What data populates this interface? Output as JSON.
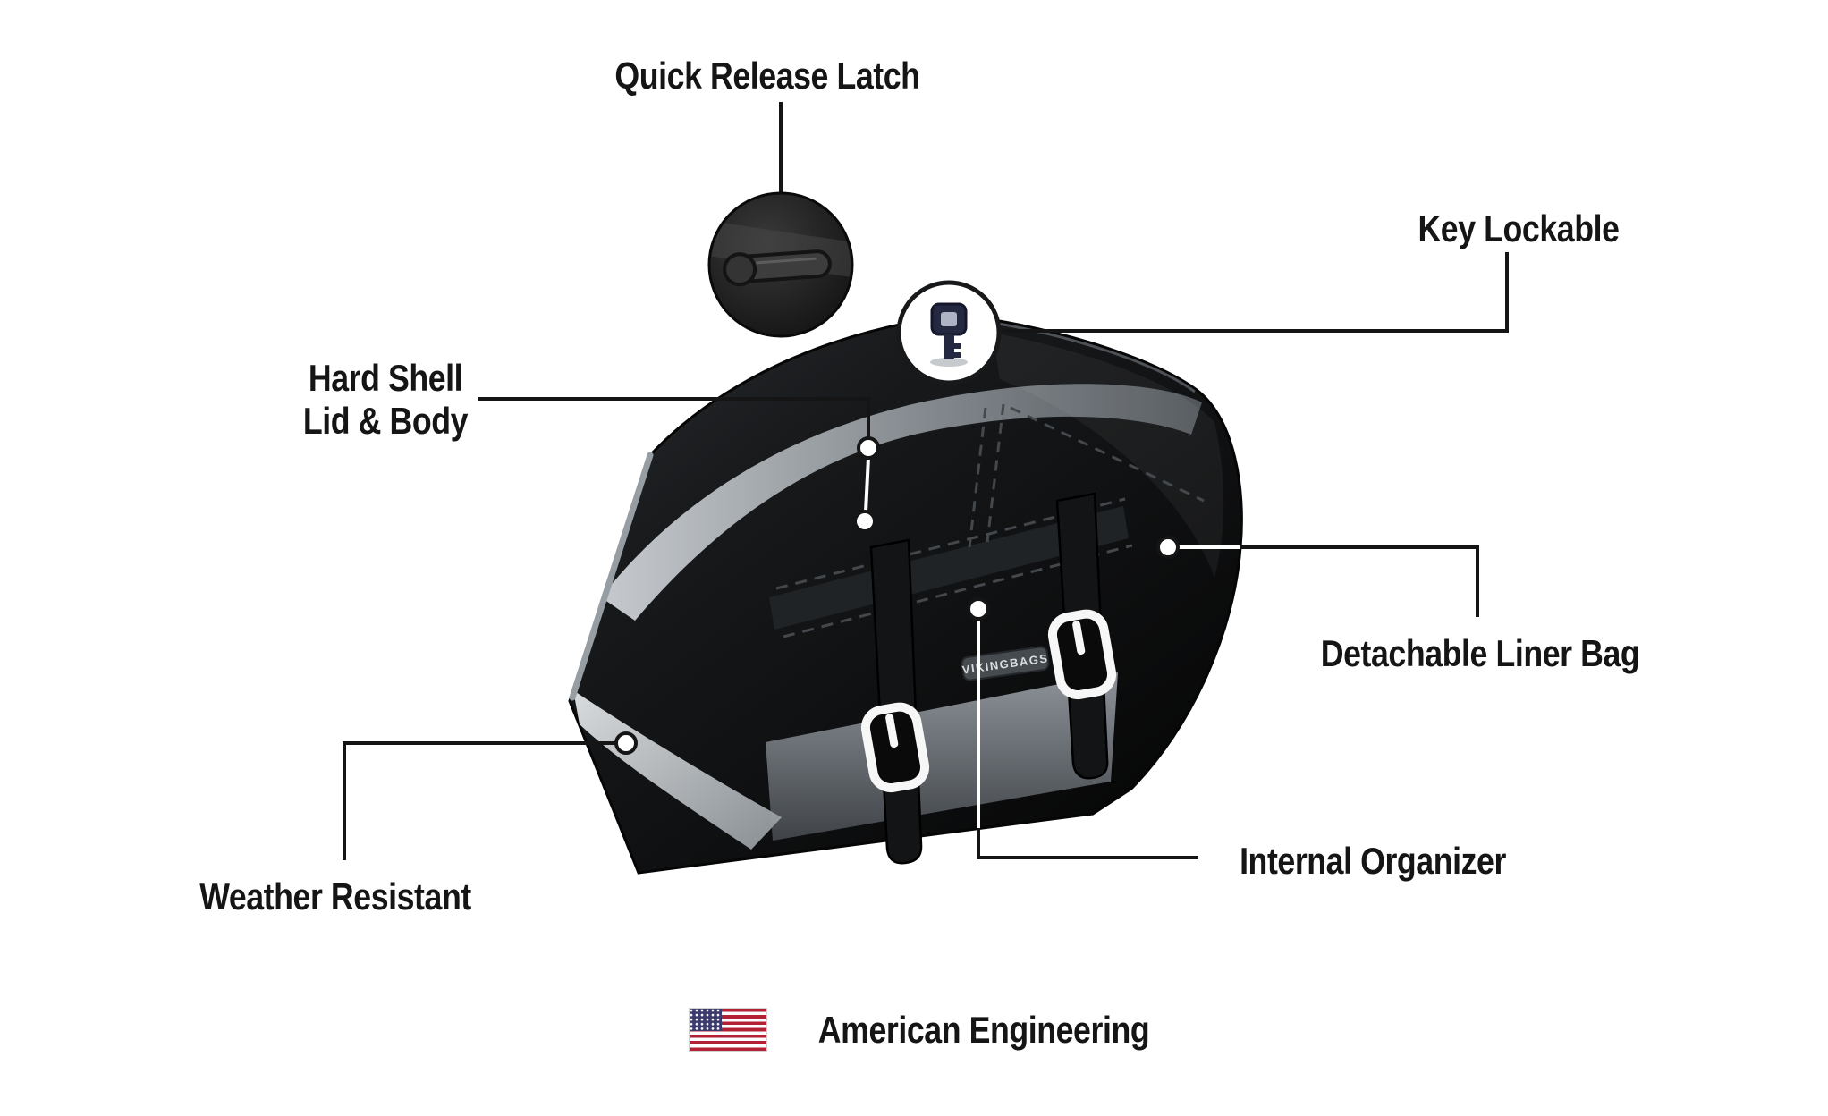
{
  "callouts": {
    "quick_release_latch": {
      "label": "Quick Release Latch"
    },
    "key_lockable": {
      "label": "Key Lockable"
    },
    "hard_shell": {
      "label_line1": "Hard Shell",
      "label_line2": "Lid & Body"
    },
    "detachable_liner_bag": {
      "label": "Detachable Liner Bag"
    },
    "weather_resistant": {
      "label": "Weather Resistant"
    },
    "internal_organizer": {
      "label": "Internal Organizer"
    },
    "american_engineering": {
      "label": "American Engineering"
    }
  },
  "product": {
    "brand_plate": "VIKINGBAGS"
  },
  "colors": {
    "label_text": "#151515",
    "callout_line": "#151515",
    "bag_black": "#0e0f10",
    "accent_silver": "#b9bec3",
    "flag_red": "#B22234",
    "flag_blue": "#3C3B6E"
  }
}
